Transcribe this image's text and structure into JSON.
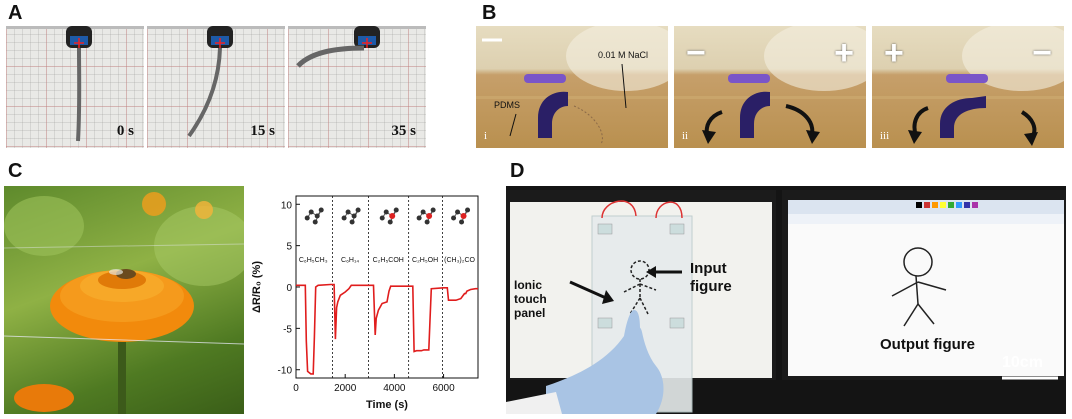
{
  "panels": {
    "a": {
      "letter": "A",
      "frames": [
        {
          "time": "0 s"
        },
        {
          "time": "15 s"
        },
        {
          "time": "35 s"
        }
      ]
    },
    "b": {
      "letter": "B",
      "frames": [
        {
          "roman": "i",
          "signs": []
        },
        {
          "roman": "ii",
          "signs": [
            "−",
            "+"
          ]
        },
        {
          "roman": "iii",
          "signs": [
            "+",
            "−"
          ]
        }
      ],
      "nacl_label": "0.01 M NaCl",
      "pdms_label": "PDMS"
    },
    "c": {
      "letter": "C"
    },
    "d": {
      "letter": "D",
      "ionic_label": "Ionic\ntouch\npanel",
      "input_label": "Input\nfigure",
      "output_label": "Output figure",
      "scale_label": "10cm"
    }
  },
  "chart_data": {
    "type": "line",
    "title": "",
    "xlabel": "Time (s)",
    "ylabel": "ΔR/R₀ (%)",
    "xlim": [
      0,
      7400
    ],
    "ylim": [
      -11,
      11
    ],
    "xticks": [
      0,
      2000,
      4000,
      6000
    ],
    "yticks": [
      -10,
      -5,
      0,
      5,
      10
    ],
    "xtick_labels": [
      "0",
      "2000",
      "4000",
      "6000"
    ],
    "ytick_labels": [
      "-10",
      "-5",
      "0",
      "5",
      "10"
    ],
    "dividers": [
      1480,
      2950,
      4580,
      5960
    ],
    "segments": [
      {
        "label": "C₆H₅CH₃",
        "x_center": 700
      },
      {
        "label": "C₆H₁₄",
        "x_center": 2200
      },
      {
        "label": "C₂H₅COH",
        "x_center": 3750
      },
      {
        "label": "C₂H₅OH",
        "x_center": 5250
      },
      {
        "label": "(CH₃)₂CO",
        "x_center": 6650
      }
    ],
    "series": [
      {
        "color": "#e01d1d",
        "x": [
          0,
          380,
          420,
          470,
          600,
          700,
          750,
          800,
          900,
          1400,
          1550,
          1600,
          1650,
          1700,
          1800,
          2000,
          2150,
          2250,
          2900,
          3150,
          3220,
          3260,
          3350,
          3500,
          3700,
          3780,
          3850,
          4600,
          4750,
          4800,
          4900,
          5100,
          5200,
          5400,
          5450,
          5500,
          6000,
          6150,
          6200,
          6300,
          6500,
          6700,
          6850,
          6900,
          6950,
          7100,
          7300,
          7400
        ],
        "y": [
          0.2,
          0.2,
          -6.5,
          -10.2,
          -10.5,
          -10.5,
          -6.0,
          0.0,
          0.2,
          0.3,
          0.3,
          -6.3,
          -2.5,
          -1.8,
          -1.0,
          -0.6,
          -0.2,
          0.2,
          0.2,
          0.2,
          -5.8,
          -3.8,
          -2.8,
          -2.0,
          -1.8,
          -0.5,
          0.1,
          0.1,
          0.1,
          -7.8,
          -7.7,
          -7.7,
          -7.6,
          -7.6,
          -4.0,
          -0.2,
          -0.1,
          -0.1,
          -1.6,
          -1.6,
          -1.6,
          -1.4,
          -0.8,
          -0.8,
          -0.5,
          -0.3,
          -0.2,
          -0.2
        ]
      }
    ]
  },
  "colors": {
    "trace": "#e01d1d",
    "actuator": "#2a1f66",
    "marigold": "#f28a0c"
  }
}
